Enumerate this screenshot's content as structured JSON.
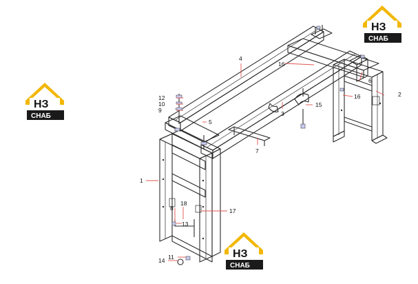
{
  "diagram": {
    "callouts": [
      {
        "id": "c1",
        "label": "1"
      },
      {
        "id": "c2",
        "label": "2"
      },
      {
        "id": "c3",
        "label": "3"
      },
      {
        "id": "c4",
        "label": "4"
      },
      {
        "id": "c5",
        "label": "5"
      },
      {
        "id": "c6",
        "label": "6"
      },
      {
        "id": "c7",
        "label": "7"
      },
      {
        "id": "c8",
        "label": "8"
      },
      {
        "id": "c9",
        "label": "9"
      },
      {
        "id": "c10",
        "label": "10"
      },
      {
        "id": "c11",
        "label": "11"
      },
      {
        "id": "c12",
        "label": "12"
      },
      {
        "id": "c13",
        "label": "13"
      },
      {
        "id": "c14",
        "label": "14"
      },
      {
        "id": "c15",
        "label": "15"
      },
      {
        "id": "c16a",
        "label": "16"
      },
      {
        "id": "c16b",
        "label": "16"
      },
      {
        "id": "c17",
        "label": "17"
      },
      {
        "id": "c18",
        "label": "18"
      }
    ],
    "colors": {
      "leader": "#e0554f",
      "line": "#2a2a2a",
      "bolt": "#c9ccf2",
      "logo_yellow": "#f2b705",
      "logo_dark": "#1a1a1a"
    }
  },
  "watermark": {
    "top_line": "НЗ",
    "bottom_line": "СНАБ"
  }
}
